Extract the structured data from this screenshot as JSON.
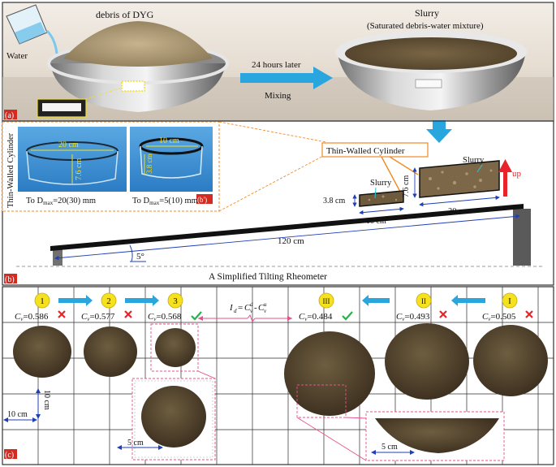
{
  "panel_a": {
    "label": "(a)",
    "water": "Water",
    "debris": "debris of DYG",
    "slurry_title": "Slurry",
    "slurry_sub": "(Saturated debris-water mixture)",
    "arrow_top": "24 hours later",
    "arrow_bottom": "Mixing"
  },
  "panel_b": {
    "label": "(b)",
    "side_label": "Thin-Walled Cylinder",
    "cyl1_width": "20 cm",
    "cyl1_height": "7.6 cm",
    "cyl1_caption_pre": "To D",
    "cyl1_caption_sub": "max",
    "cyl1_caption_post": "=20(30) mm",
    "cyl2_width": "10 cm",
    "cyl2_height": "3.8 cm",
    "cyl2_caption_pre": "To D",
    "cyl2_caption_sub": "max",
    "cyl2_caption_post": "=5(10) mm",
    "inset_label": "(b')",
    "callout": "Thin-Walled Cylinder",
    "slurry_small": "Slurry",
    "slurry_big": "Slurry",
    "up": "up",
    "h_small": "3.8 cm",
    "h_big": "7.6 cm",
    "w_small": "10 cm",
    "w_big": "20 cm",
    "length": "120 cm",
    "angle": "5°",
    "caption": "A Simplified Tilting Rheometer"
  },
  "panel_c": {
    "label": "(c)",
    "left_steps": [
      {
        "num": "1",
        "cv": "=0.586",
        "ok": false
      },
      {
        "num": "2",
        "cv": "=0.577",
        "ok": false
      },
      {
        "num": "3",
        "cv": "=0.568",
        "ok": true
      }
    ],
    "right_steps": [
      {
        "num": "III",
        "cv": "=0.484",
        "ok": true
      },
      {
        "num": "II",
        "cv": "=0.493",
        "ok": false
      },
      {
        "num": "I",
        "cv": "=0.505",
        "ok": false
      }
    ],
    "id_formula": "=",
    "scale_10_h": "10 cm",
    "scale_10_v": "10 cm",
    "scale_5_a": "5 cm",
    "scale_5_b": "5 cm"
  },
  "colors": {
    "arrow_blue": "#2aa6df",
    "red": "#e8232a",
    "green": "#25b24a",
    "orange": "#f08a24",
    "pink": "#e8508c",
    "slurry_brown": "#5a4a2c",
    "cylinder_blue": "#4a9ad8"
  }
}
